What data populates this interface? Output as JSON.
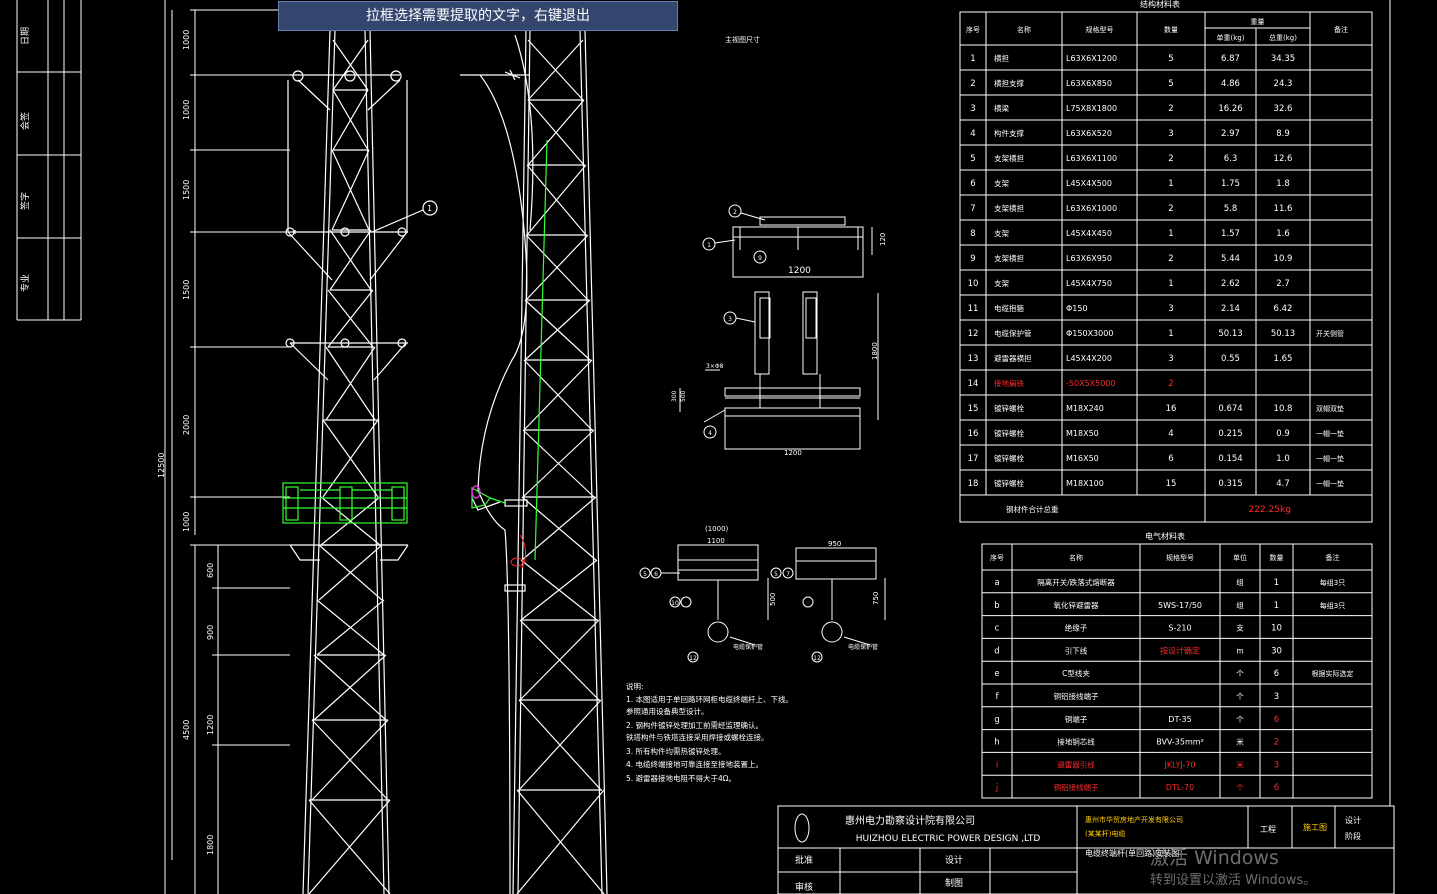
{
  "banner": "拉框选择需要提取的文字，右键退出",
  "watermark": {
    "line1": "激活 Windows",
    "line2": "转到设置以激活 Windows。"
  },
  "left_strip": {
    "rows": [
      "日期",
      "会签",
      "签字",
      "专业"
    ]
  },
  "tower": {
    "overall_height": "12500",
    "segments": [
      "1000",
      "1000",
      "1500",
      "1500",
      "2000",
      "1000",
      "600",
      "900",
      "1200",
      "1800"
    ],
    "lower_total": "4500",
    "balloon_1": "1"
  },
  "side_elev": {
    "title": "主视图尺寸"
  },
  "details": {
    "d1_width": "1200",
    "d1_height": "120",
    "d2_height": "1800",
    "d2_width": "1200",
    "d2_small": "3×Φ8",
    "d2_left": "300",
    "d2_left2": "500",
    "d3_width1": "(1000)",
    "d3_width2": "1100",
    "d3_height": "500",
    "d4_width": "950",
    "d4_height": "750",
    "d3_note": "电缆保护管",
    "d4_note": "电缆保护管",
    "balloons": [
      "1",
      "2",
      "3",
      "4",
      "5",
      "6",
      "7",
      "8",
      "9",
      "10",
      "11",
      "12"
    ]
  },
  "notes": {
    "title": "说明:",
    "items": [
      "1. 本图适用于单回路环网柜电缆终端杆上、下线。",
      "   参照通用设备典型设计。",
      "2. 钢构件镀锌处理加工前需经监理确认。",
      "   铁塔构件与铁塔连接采用焊接或螺栓连接。",
      "3. 所有构件均需热镀锌处理。",
      "4. 电缆终端接地可靠连接至接地装置上。",
      "5. 避雷器接地电阻不得大于4Ω。"
    ]
  },
  "steel_table": {
    "title": "结构材料表",
    "headers": {
      "no": "序号",
      "name": "名称",
      "spec": "规格型号",
      "qty": "数量",
      "weight": "重量",
      "unit_w": "单重(kg)",
      "total_w": "总重(kg)",
      "remark": "备注"
    },
    "rows": [
      {
        "no": "1",
        "name": "横担",
        "spec": "L63X6X1200",
        "qty": "5",
        "unit_w": "6.87",
        "total_w": "34.35",
        "remark": ""
      },
      {
        "no": "2",
        "name": "横担支撑",
        "spec": "L63X6X850",
        "qty": "5",
        "unit_w": "4.86",
        "total_w": "24.3",
        "remark": ""
      },
      {
        "no": "3",
        "name": "横梁",
        "spec": "L75X8X1800",
        "qty": "2",
        "unit_w": "16.26",
        "total_w": "32.6",
        "remark": ""
      },
      {
        "no": "4",
        "name": "构件支撑",
        "spec": "L63X6X520",
        "qty": "3",
        "unit_w": "2.97",
        "total_w": "8.9",
        "remark": ""
      },
      {
        "no": "5",
        "name": "支架横担",
        "spec": "L63X6X1100",
        "qty": "2",
        "unit_w": "6.3",
        "total_w": "12.6",
        "remark": ""
      },
      {
        "no": "6",
        "name": "支架",
        "spec": "L45X4X500",
        "qty": "1",
        "unit_w": "1.75",
        "total_w": "1.8",
        "remark": ""
      },
      {
        "no": "7",
        "name": "支架横担",
        "spec": "L63X6X1000",
        "qty": "2",
        "unit_w": "5.8",
        "total_w": "11.6",
        "remark": ""
      },
      {
        "no": "8",
        "name": "支架",
        "spec": "L45X4X450",
        "qty": "1",
        "unit_w": "1.57",
        "total_w": "1.6",
        "remark": ""
      },
      {
        "no": "9",
        "name": "支架横担",
        "spec": "L63X6X950",
        "qty": "2",
        "unit_w": "5.44",
        "total_w": "10.9",
        "remark": ""
      },
      {
        "no": "10",
        "name": "支架",
        "spec": "L45X4X750",
        "qty": "1",
        "unit_w": "2.62",
        "total_w": "2.7",
        "remark": ""
      },
      {
        "no": "11",
        "name": "电缆抱箍",
        "spec": "Φ150",
        "qty": "3",
        "unit_w": "2.14",
        "total_w": "6.42",
        "remark": ""
      },
      {
        "no": "12",
        "name": "电缆保护管",
        "spec": "Φ150X3000",
        "qty": "1",
        "unit_w": "50.13",
        "total_w": "50.13",
        "remark": "开关侧管"
      },
      {
        "no": "13",
        "name": "避雷器横担",
        "spec": "L45X4X200",
        "qty": "3",
        "unit_w": "0.55",
        "total_w": "1.65",
        "remark": ""
      },
      {
        "no": "14",
        "name": "接地扁铁",
        "spec": "-50X5X5000",
        "qty": "2",
        "unit_w": "",
        "total_w": "",
        "remark": "",
        "red": true
      },
      {
        "no": "15",
        "name": "镀锌螺栓",
        "spec": "M18X240",
        "qty": "16",
        "unit_w": "0.674",
        "total_w": "10.8",
        "remark": "双帽双垫"
      },
      {
        "no": "16",
        "name": "镀锌螺栓",
        "spec": "M18X50",
        "qty": "4",
        "unit_w": "0.215",
        "total_w": "0.9",
        "remark": "一帽一垫"
      },
      {
        "no": "17",
        "name": "镀锌螺栓",
        "spec": "M16X50",
        "qty": "6",
        "unit_w": "0.154",
        "total_w": "1.0",
        "remark": "一帽一垫"
      },
      {
        "no": "18",
        "name": "镀锌螺栓",
        "spec": "M18X100",
        "qty": "15",
        "unit_w": "0.315",
        "total_w": "4.7",
        "remark": "一帽一垫"
      }
    ],
    "total_label": "钢材件合计总重",
    "total_value": "222.25kg"
  },
  "elec_table": {
    "title": "电气材料表",
    "headers": {
      "no": "序号",
      "name": "名称",
      "spec": "规格型号",
      "unit": "单位",
      "qty": "数量",
      "remark": "备注"
    },
    "rows": [
      {
        "no": "a",
        "name": "隔离开关/跌落式熔断器",
        "spec": "",
        "unit": "组",
        "qty": "1",
        "remark": "每组3只",
        "red": false
      },
      {
        "no": "b",
        "name": "氧化锌避雷器",
        "spec": "5WS-17/50",
        "unit": "组",
        "qty": "1",
        "remark": "每组3只",
        "red": false
      },
      {
        "no": "c",
        "name": "绝缘子",
        "spec": "S-210",
        "unit": "支",
        "qty": "10",
        "remark": "",
        "red": false
      },
      {
        "no": "d",
        "name": "引下线",
        "spec": "按设计确定",
        "unit": "m",
        "qty": "30",
        "remark": "",
        "red": false,
        "spec_red": true
      },
      {
        "no": "e",
        "name": "C型线夹",
        "spec": "",
        "unit": "个",
        "qty": "6",
        "remark": "根据实际选定",
        "red": false
      },
      {
        "no": "f",
        "name": "铜铝接线端子",
        "spec": "",
        "unit": "个",
        "qty": "3",
        "remark": "",
        "red": false
      },
      {
        "no": "g",
        "name": "铜端子",
        "spec": "DT-35",
        "unit": "个",
        "qty": "6",
        "remark": "",
        "red": false,
        "qty_red": true
      },
      {
        "no": "h",
        "name": "接地铜芯线",
        "spec": "BVV-35mm²",
        "unit": "米",
        "qty": "2",
        "remark": "",
        "red": false,
        "qty_red": true
      },
      {
        "no": "i",
        "name": "避雷器引线",
        "spec": "JKLYJ-70",
        "unit": "米",
        "qty": "3",
        "remark": "",
        "red": true
      },
      {
        "no": "j",
        "name": "铜铝接线端子",
        "spec": "DTL-70",
        "unit": "个",
        "qty": "6",
        "remark": "",
        "red": true
      }
    ]
  },
  "title_block": {
    "company_cn": "惠州电力勘察设计院有限公司",
    "company_en": "HUIZHOU ELECTRIC POWER DESIGN ,LTD",
    "client": "惠州市华贸房地产开发有限公司",
    "client2": "(某某杆)电缆",
    "project_label": "工程",
    "stage_label": "施工图",
    "design_label": "设计",
    "stage2_label": "阶段",
    "approve": "批准",
    "review": "审核",
    "design": "设计",
    "draw": "制图",
    "drawing_name": "电缆终端杆(单回路)安装图"
  },
  "colors": {
    "line": "#ffffff",
    "green": "#33ff33",
    "red": "#ff2a2a",
    "magenta": "#ff33ff",
    "banner": "#34466e"
  }
}
